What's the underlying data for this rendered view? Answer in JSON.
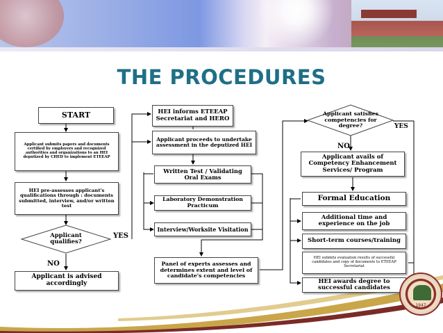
{
  "title": "THE PROCEDURES",
  "seal_year": "1947",
  "colors": {
    "title": "#1f6f86",
    "swoosh_gold": "#c9a64a",
    "swoosh_maroon": "#7a2b28"
  },
  "flowchart": {
    "start": "START",
    "submit": "Applicant submits papers and documents certified by employers and recognized authorities and organizations to an HEI deputized by CHED to implement ETEEAP",
    "preassess": "HEI pre-assesses applicant's qualifications through : documents submitted, interview, and/or written test",
    "qualifies": "Applicant qualifies?",
    "qualifies_yes": "YES",
    "qualifies_no": "NO",
    "advised": "Applicant is advised accordingly",
    "informs": "HEI informs ETEEAP Secretariat and HERO",
    "proceeds": "Applicant proceeds to undertake assessment in the deputized HEI",
    "written_test": "Written Test / Validating Oral Exams",
    "lab_demo": "Laboratory Demonstration Practicum",
    "interview": "Interview/Worksite Visitation",
    "panel": "Panel of experts assesses and determines extent and level of candidate's competencies",
    "satisfies": "Applicant satisfies competencies for degree?",
    "satisfies_yes": "YES",
    "satisfies_no": "NO",
    "avails": "Applicant avails of Competency Enhancement Services/ Program",
    "formal_ed": "Formal Education",
    "additional": "Additional time and experience on the job",
    "short_term": "Short-term courses/training",
    "submits_eval": "HEI submits evaluation results of successful candidates and copy of documents to ETEEAP Secretariat",
    "awards": "HEI awards degree to successful candidates"
  }
}
